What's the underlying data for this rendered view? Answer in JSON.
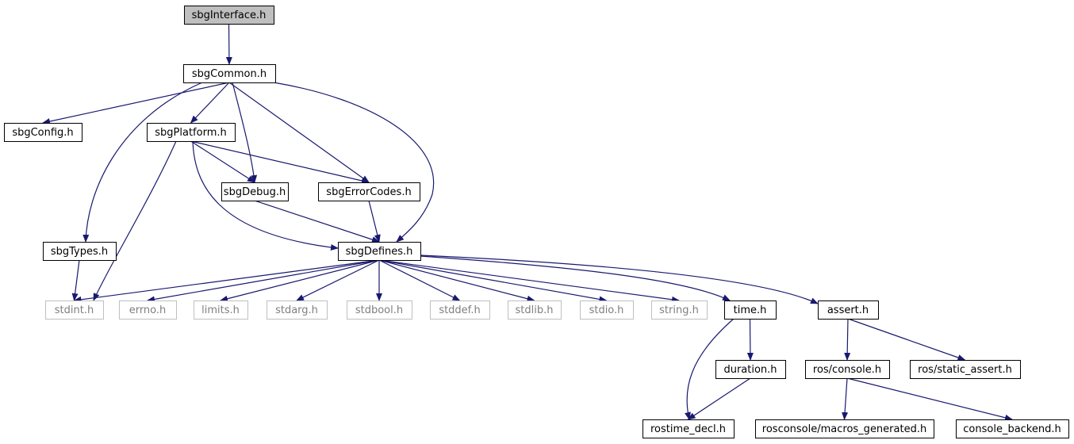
{
  "colors": {
    "edge": "#191970",
    "node_border": "#000000",
    "node_border_faded": "#bfbfbf",
    "root_fill": "#bfbfbf",
    "text": "#000000",
    "text_faded": "#7f7f7f"
  },
  "nodes": [
    {
      "id": "sbgInterface",
      "label": "sbgInterface.h",
      "style": "root"
    },
    {
      "id": "sbgCommon",
      "label": "sbgCommon.h",
      "style": "normal"
    },
    {
      "id": "sbgConfig",
      "label": "sbgConfig.h",
      "style": "normal"
    },
    {
      "id": "sbgPlatform",
      "label": "sbgPlatform.h",
      "style": "normal"
    },
    {
      "id": "sbgDebug",
      "label": "sbgDebug.h",
      "style": "normal"
    },
    {
      "id": "sbgErrorCodes",
      "label": "sbgErrorCodes.h",
      "style": "normal"
    },
    {
      "id": "sbgTypes",
      "label": "sbgTypes.h",
      "style": "normal"
    },
    {
      "id": "sbgDefines",
      "label": "sbgDefines.h",
      "style": "normal"
    },
    {
      "id": "stdint",
      "label": "stdint.h",
      "style": "faded"
    },
    {
      "id": "errno",
      "label": "errno.h",
      "style": "faded"
    },
    {
      "id": "limits",
      "label": "limits.h",
      "style": "faded"
    },
    {
      "id": "stdarg",
      "label": "stdarg.h",
      "style": "faded"
    },
    {
      "id": "stdbool",
      "label": "stdbool.h",
      "style": "faded"
    },
    {
      "id": "stddef",
      "label": "stddef.h",
      "style": "faded"
    },
    {
      "id": "stdlib",
      "label": "stdlib.h",
      "style": "faded"
    },
    {
      "id": "stdio",
      "label": "stdio.h",
      "style": "faded"
    },
    {
      "id": "string",
      "label": "string.h",
      "style": "faded"
    },
    {
      "id": "time",
      "label": "time.h",
      "style": "normal"
    },
    {
      "id": "assert",
      "label": "assert.h",
      "style": "normal"
    },
    {
      "id": "duration",
      "label": "duration.h",
      "style": "normal"
    },
    {
      "id": "rosconsole",
      "label": "ros/console.h",
      "style": "normal"
    },
    {
      "id": "rosstaticassert",
      "label": "ros/static_assert.h",
      "style": "normal"
    },
    {
      "id": "rostimedecl",
      "label": "rostime_decl.h",
      "style": "normal"
    },
    {
      "id": "macrosgen",
      "label": "rosconsole/macros_generated.h",
      "style": "normal"
    },
    {
      "id": "consolebackend",
      "label": "console_backend.h",
      "style": "normal"
    }
  ],
  "edges": [
    {
      "from": "sbgInterface",
      "to": "sbgCommon"
    },
    {
      "from": "sbgCommon",
      "to": "sbgConfig"
    },
    {
      "from": "sbgCommon",
      "to": "sbgPlatform"
    },
    {
      "from": "sbgCommon",
      "to": "sbgTypes"
    },
    {
      "from": "sbgCommon",
      "to": "sbgDebug"
    },
    {
      "from": "sbgCommon",
      "to": "sbgErrorCodes"
    },
    {
      "from": "sbgCommon",
      "to": "sbgDefines"
    },
    {
      "from": "sbgPlatform",
      "to": "sbgDebug"
    },
    {
      "from": "sbgPlatform",
      "to": "sbgErrorCodes"
    },
    {
      "from": "sbgPlatform",
      "to": "sbgDefines"
    },
    {
      "from": "sbgPlatform",
      "to": "stdint"
    },
    {
      "from": "sbgDebug",
      "to": "sbgDefines"
    },
    {
      "from": "sbgErrorCodes",
      "to": "sbgDefines"
    },
    {
      "from": "sbgTypes",
      "to": "stdint"
    },
    {
      "from": "sbgDefines",
      "to": "stdint"
    },
    {
      "from": "sbgDefines",
      "to": "errno"
    },
    {
      "from": "sbgDefines",
      "to": "limits"
    },
    {
      "from": "sbgDefines",
      "to": "stdarg"
    },
    {
      "from": "sbgDefines",
      "to": "stdbool"
    },
    {
      "from": "sbgDefines",
      "to": "stddef"
    },
    {
      "from": "sbgDefines",
      "to": "stdlib"
    },
    {
      "from": "sbgDefines",
      "to": "stdio"
    },
    {
      "from": "sbgDefines",
      "to": "string"
    },
    {
      "from": "sbgDefines",
      "to": "time"
    },
    {
      "from": "sbgDefines",
      "to": "assert"
    },
    {
      "from": "time",
      "to": "duration"
    },
    {
      "from": "time",
      "to": "rostimedecl"
    },
    {
      "from": "duration",
      "to": "rostimedecl"
    },
    {
      "from": "assert",
      "to": "rosconsole"
    },
    {
      "from": "assert",
      "to": "rosstaticassert"
    },
    {
      "from": "rosconsole",
      "to": "macrosgen"
    },
    {
      "from": "rosconsole",
      "to": "consolebackend"
    }
  ]
}
